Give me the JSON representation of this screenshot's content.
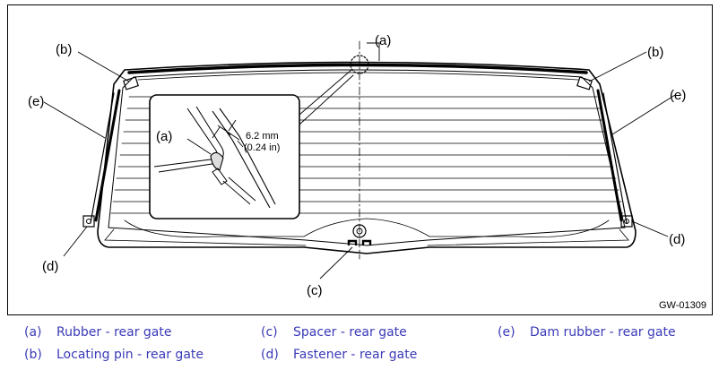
{
  "figure": {
    "code": "GW-01309",
    "callouts": {
      "a": "(a)",
      "b": "(b)",
      "c": "(c)",
      "d": "(d)",
      "e": "(e)"
    },
    "inset": {
      "callout": "(a)",
      "dimension_mm": "6.2 mm",
      "dimension_in": "(0.24 in)"
    }
  },
  "legend": [
    {
      "letter": "(a)",
      "text": "Rubber - rear gate"
    },
    {
      "letter": "(c)",
      "text": "Spacer - rear gate"
    },
    {
      "letter": "(e)",
      "text": "Dam rubber - rear gate"
    },
    {
      "letter": "(b)",
      "text": "Locating pin - rear gate"
    },
    {
      "letter": "(d)",
      "text": "Fastener - rear gate"
    }
  ],
  "colors": {
    "legend_text": "#3a3ab8",
    "line": "#000000"
  }
}
